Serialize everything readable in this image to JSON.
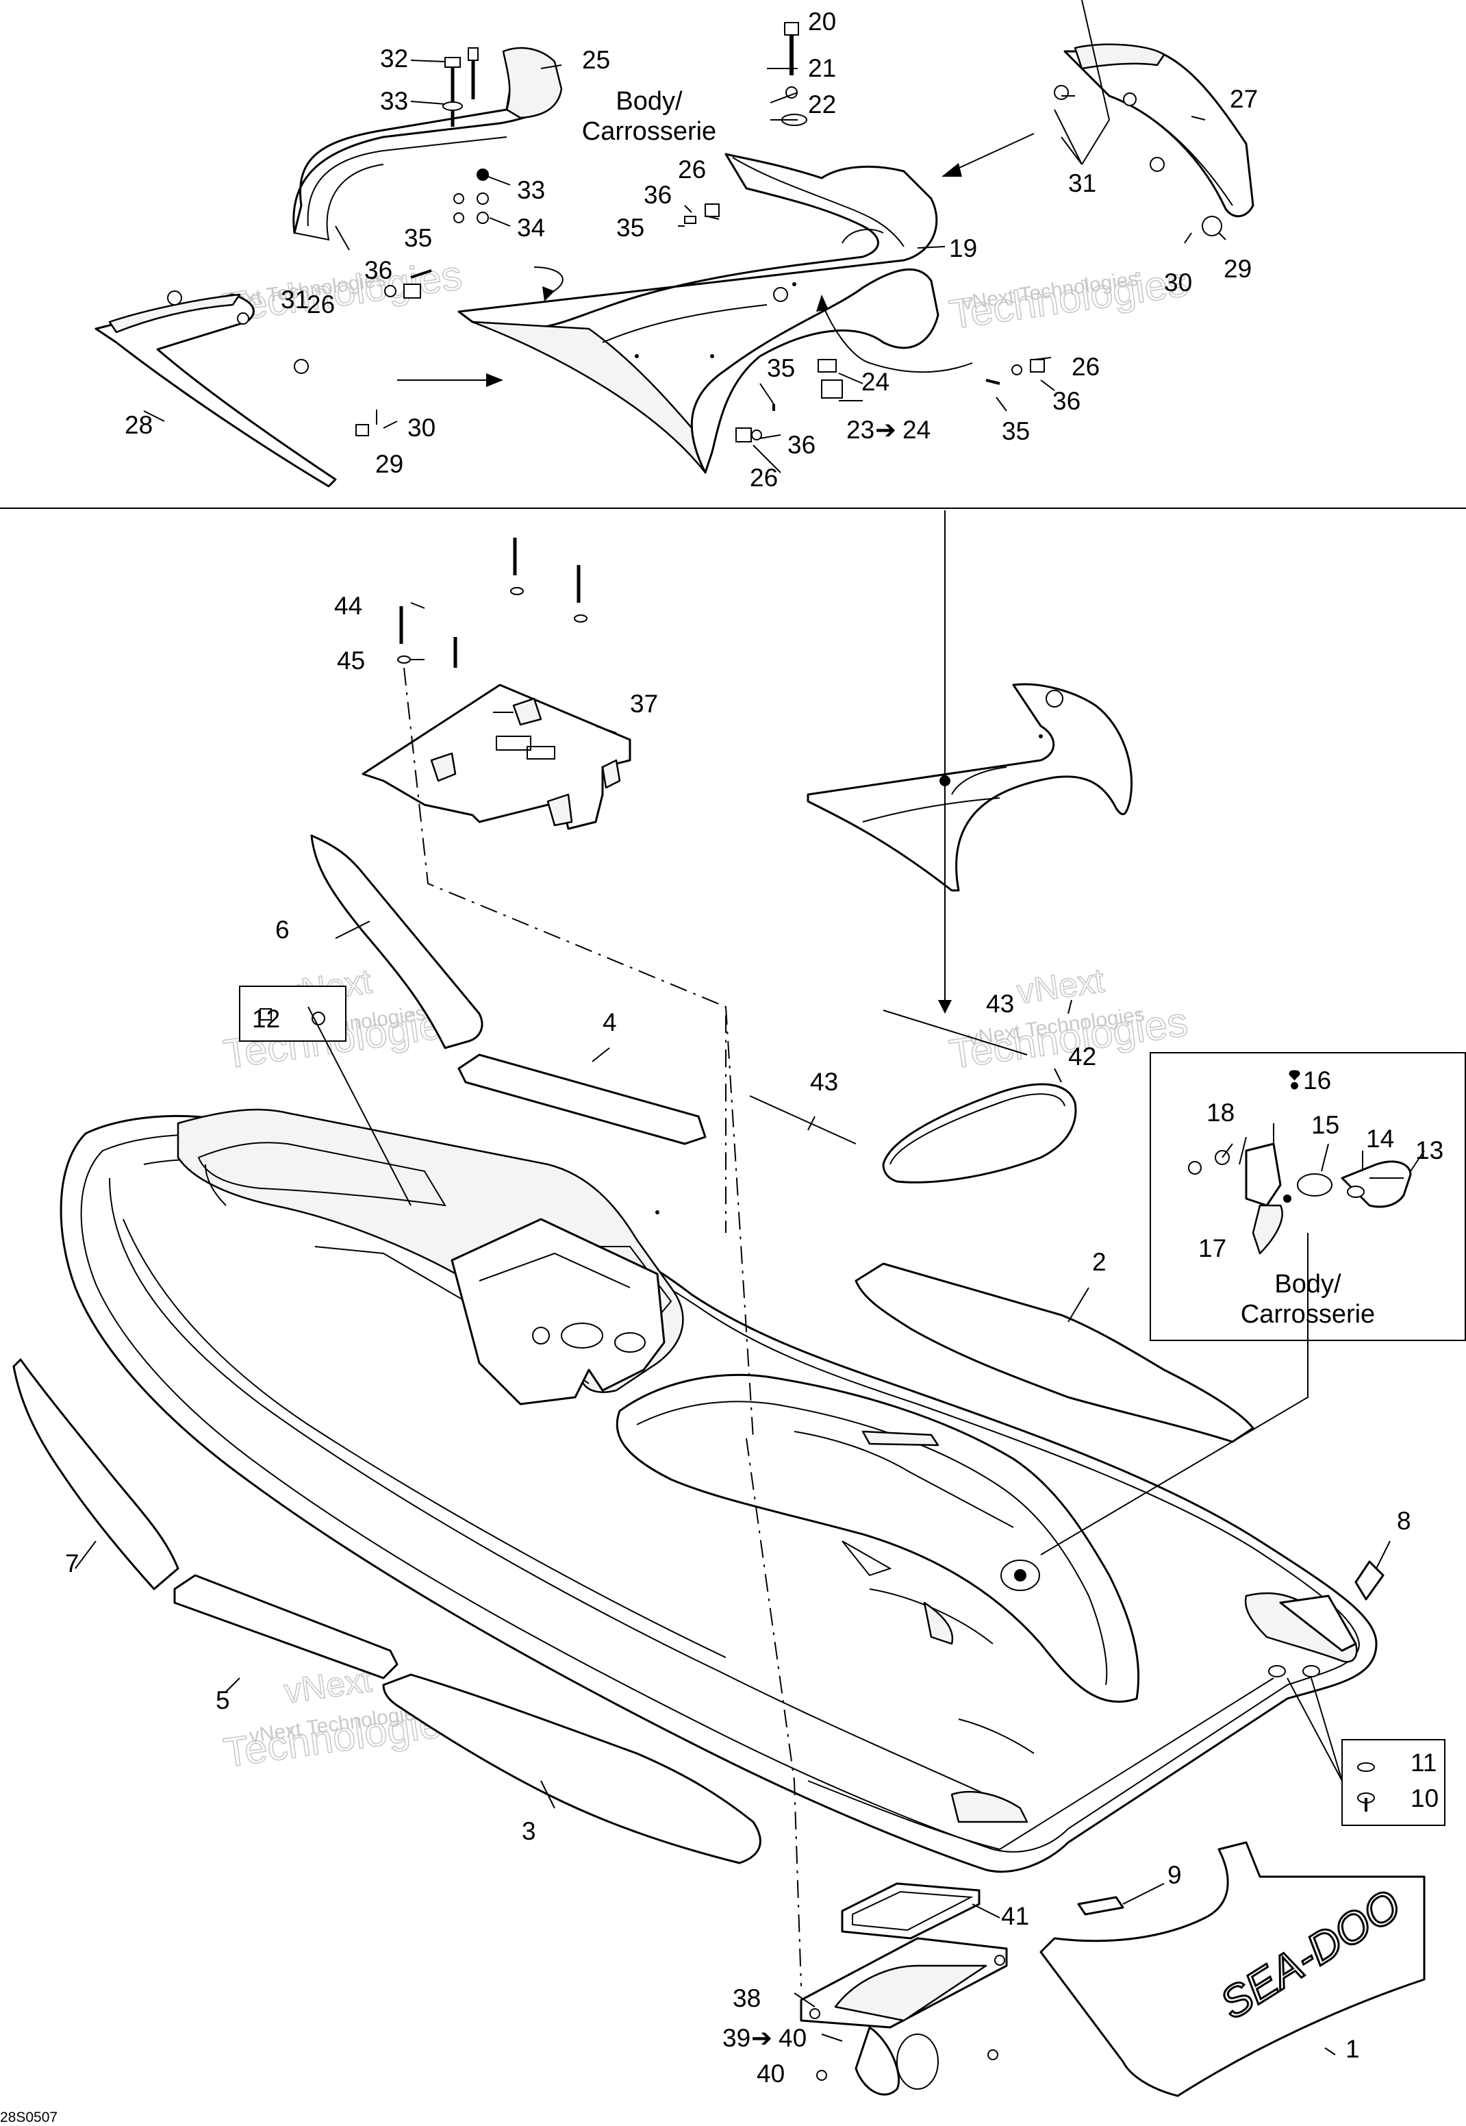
{
  "labels": {
    "top_body": [
      "Body/",
      "Carrosserie"
    ],
    "inset_body": [
      "Body/",
      "Carrosserie"
    ],
    "callouts": {
      "n1": "1",
      "n2": "2",
      "n3": "3",
      "n4": "4",
      "n5": "5",
      "n6": "6",
      "n7": "7",
      "n8": "8",
      "n9": "9",
      "n10": "10",
      "n11": "11",
      "n12": "12",
      "n13": "13",
      "n14": "14",
      "n15": "15",
      "n16": "16",
      "n17": "17",
      "n18": "18",
      "n19": "19",
      "n20": "20",
      "n21": "21",
      "n22": "22",
      "n23_24": "23",
      "n24": "24",
      "n25": "25",
      "n26a": "26",
      "n26b": "26",
      "n26c": "26",
      "n26d": "26",
      "n27": "27",
      "n28": "28",
      "n29a": "29",
      "n29b": "29",
      "n30a": "30",
      "n30b": "30",
      "n31a": "31",
      "n31b": "31",
      "n32": "32",
      "n33a": "33",
      "n33b": "33",
      "n34": "34",
      "n35a": "35",
      "n35b": "35",
      "n35c": "35",
      "n35d": "35",
      "n36a": "36",
      "n36b": "36",
      "n36c": "36",
      "n36d": "36",
      "n37": "37",
      "n38": "38",
      "n39_40": "39",
      "n40b": "40",
      "n41": "41",
      "n42": "42",
      "n43a": "43",
      "n43b": "43",
      "n44": "44",
      "n45": "45"
    },
    "arrow_glyph": "➔",
    "n23_24_tail": "24",
    "n39_40_tail": "40",
    "drop_glyph": "❢",
    "decal_text": "SEA-DOO",
    "reference": "28S0507"
  },
  "watermark": {
    "line1": "vNext Technologies",
    "line2": "Technologies",
    "line3": "vNext"
  },
  "colors": {
    "ink": "#000000",
    "paper": "#ffffff",
    "watermark": "#c9c9c9"
  }
}
